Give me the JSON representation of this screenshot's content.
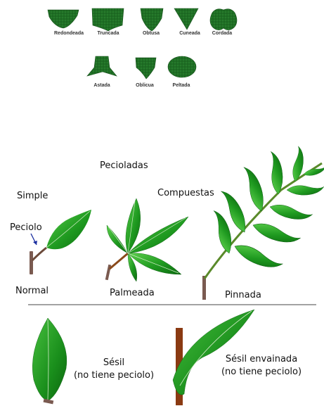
{
  "bases": {
    "redondeada": "Redondeada",
    "truncada": "Truncada",
    "obtusa": "Obtusa",
    "cuneada": "Cuneada",
    "cordada": "Cordada",
    "astada": "Astada",
    "oblicua": "Oblicua",
    "peltada": "Peltada"
  },
  "petiolate": {
    "title": "Pecioladas",
    "simple": "Simple",
    "compuestas": "Compuestas",
    "peciolo": "Peciolo",
    "normal": "Normal",
    "palmeada": "Palmeada",
    "pinnada": "Pinnada"
  },
  "sessile": {
    "sesil": "Sésil",
    "sesil_note": "(no tiene peciolo)",
    "envainada": "Sésil envainada",
    "envainada_note": "(no tiene peciolo)"
  },
  "colors": {
    "leaf_dark": "#0f7a12",
    "leaf_light": "#44c23c",
    "stem": "#7a5a4a",
    "bark": "#8a3a12",
    "vein": "#cfe9c4",
    "base_leaf": "#1d6b22"
  }
}
